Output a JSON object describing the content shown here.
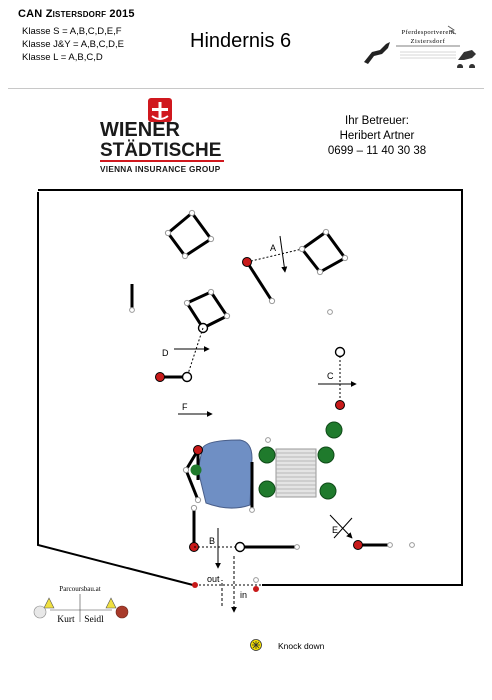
{
  "header": {
    "event": "CAN Zistersdorf 2015",
    "classes": [
      "Klasse S = A,B,C,D,E,F",
      "Klasse J&Y = A,B,C,D,E",
      "Klasse L = A,B,C,D"
    ],
    "title": "Hindernis 6"
  },
  "club_logo": {
    "line1": "Pferdesportverein",
    "line2": "Zistersdorf"
  },
  "sponsor": {
    "line1": "WIENER",
    "line2": "STÄDTISCHE",
    "line3": "VIENNA INSURANCE GROUP",
    "brand_color": "#d0181e"
  },
  "contact": {
    "label": "Ihr Betreuer:",
    "name": "Heribert Artner",
    "phone": "0699 – 11 40 30 38"
  },
  "course": {
    "elements": [
      {
        "label": "A"
      },
      {
        "label": "B"
      },
      {
        "label": "C"
      },
      {
        "label": "D"
      },
      {
        "label": "E"
      },
      {
        "label": "F"
      }
    ],
    "out_label": "out",
    "in_label": "in",
    "colors": {
      "red_marker": "#c81a1a",
      "water": "#6f8fc4",
      "bush": "#1f7a2c",
      "bank": "#c8c8c8",
      "fence": "#000000"
    }
  },
  "builder_logo": {
    "site": "Parcoursbau.at",
    "first": "Kurt",
    "last": "Seidl"
  },
  "legend": {
    "icon": "knock-down-icon",
    "label": "Knock down"
  }
}
